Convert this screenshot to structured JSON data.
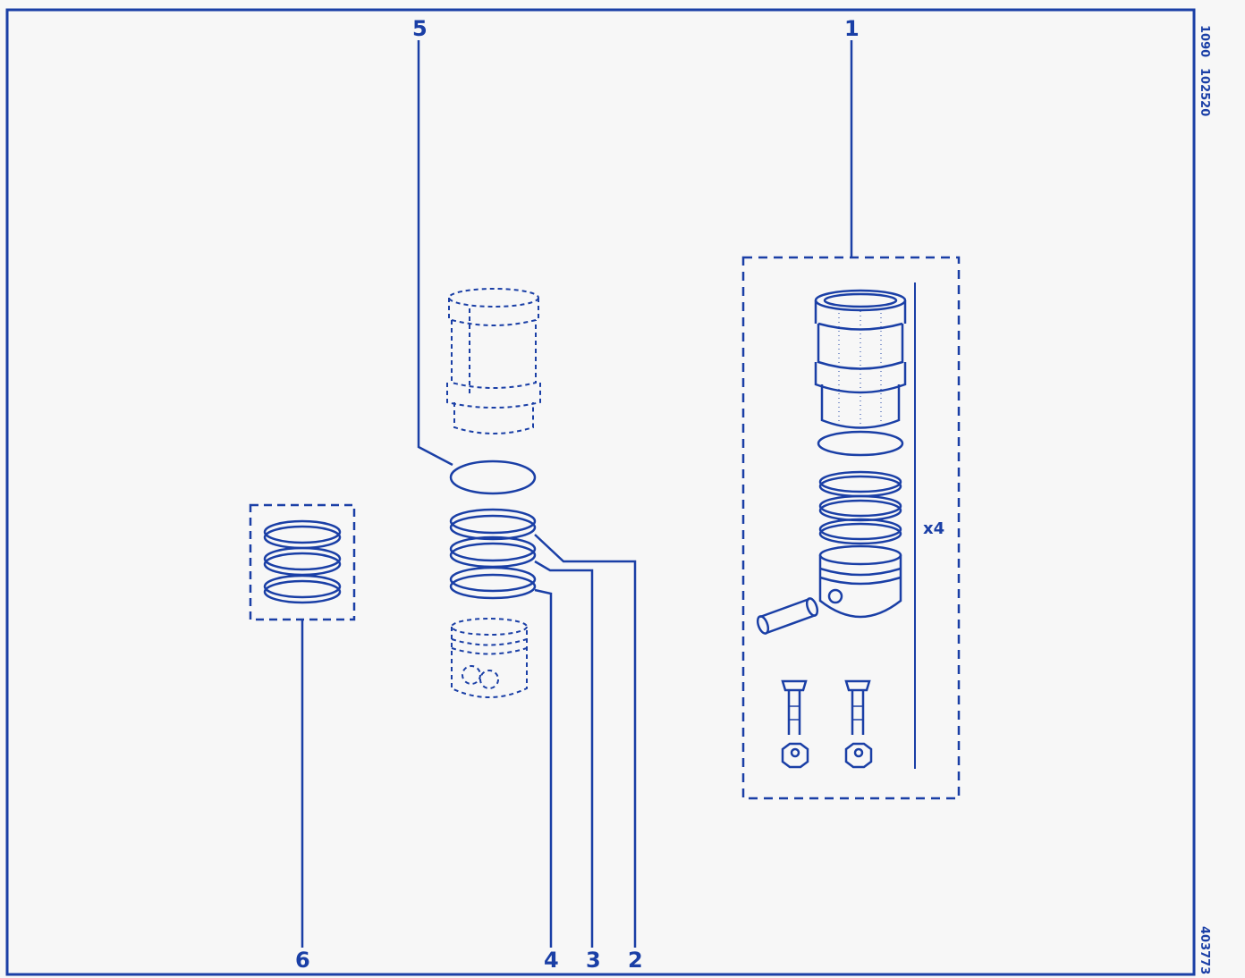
{
  "colors": {
    "ink": "#1a3fa6",
    "paper": "#f7f7f7"
  },
  "side_codes": {
    "top_a": "1090",
    "top_b": "102520",
    "bottom": "403773"
  },
  "callouts": {
    "c1": "1",
    "c2": "2",
    "c3": "3",
    "c4": "4",
    "c5": "5",
    "c6": "6"
  },
  "quantity": "x4",
  "parts": {
    "kit": "liner-piston-kit-icon",
    "ghost_liner": "cylinder-liner-icon",
    "ghost_piston": "piston-icon",
    "o_ring": "o-ring-icon",
    "rings": "piston-ring-icon",
    "ring_set": "piston-ring-set-icon",
    "bolt": "bolt-icon",
    "nut": "nut-icon",
    "pin": "gudgeon-pin-icon"
  }
}
